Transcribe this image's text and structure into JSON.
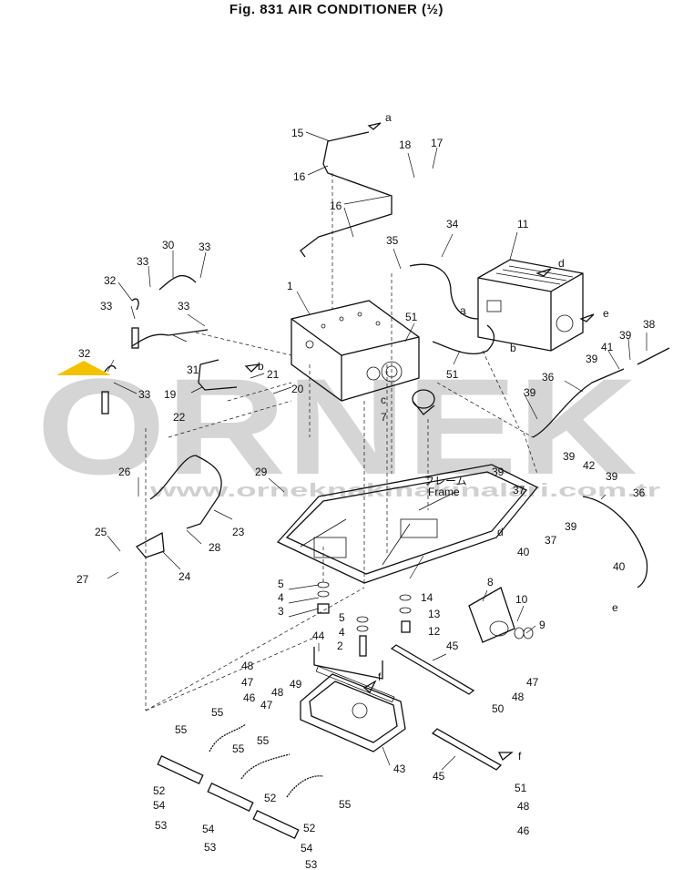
{
  "title": "Fig. 831   AIR CONDITIONER (½)",
  "watermark": {
    "brand": "ORNEK",
    "url": "www.orneknakmakinalari.com.tr",
    "color": "#c8c8c8",
    "accent": "#f2c200"
  },
  "jp_text": {
    "line1": "フレーム",
    "line2": "Frame"
  },
  "letters": [
    "a",
    "a",
    "b",
    "b",
    "c",
    "d",
    "d",
    "e",
    "e",
    "f",
    "f"
  ],
  "labels": [
    "1",
    "2",
    "3",
    "4",
    "4",
    "5",
    "5",
    "7",
    "8",
    "9",
    "10",
    "11",
    "12",
    "13",
    "14",
    "15",
    "16",
    "16",
    "17",
    "18",
    "19",
    "20",
    "21",
    "22",
    "23",
    "24",
    "25",
    "26",
    "27",
    "28",
    "29",
    "30",
    "31",
    "32",
    "32",
    "33",
    "33",
    "33",
    "33",
    "33",
    "34",
    "35",
    "36",
    "36",
    "37",
    "37",
    "38",
    "39",
    "39",
    "39",
    "39",
    "39",
    "39",
    "39",
    "40",
    "40",
    "41",
    "42",
    "43",
    "44",
    "45",
    "45",
    "46",
    "46",
    "47",
    "47",
    "47",
    "48",
    "48",
    "48",
    "48",
    "49",
    "50",
    "51",
    "51",
    "51",
    "52",
    "52",
    "52",
    "53",
    "53",
    "53",
    "54",
    "54",
    "54",
    "55",
    "55",
    "55",
    "55",
    "55"
  ]
}
